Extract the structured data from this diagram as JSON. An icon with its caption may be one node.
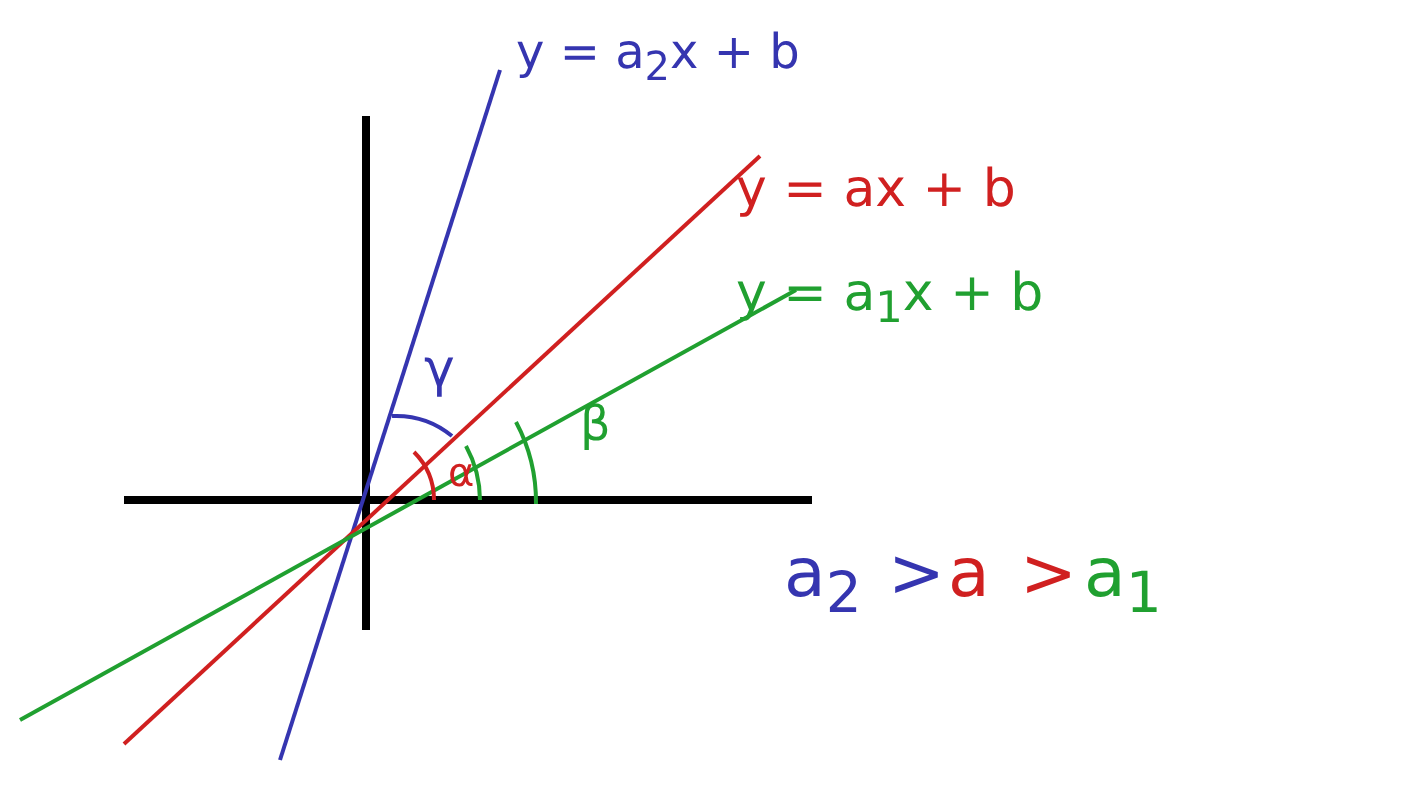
{
  "diagram": {
    "labels": [
      "y = a$_{2}$x + b",
      "y = ax + b",
      "y = a$_{1}$x + b",
      "γ",
      "α",
      "β",
      "a$_{2}$",
      ">",
      "a",
      ">",
      "a$_{1}$"
    ]
  }
}
